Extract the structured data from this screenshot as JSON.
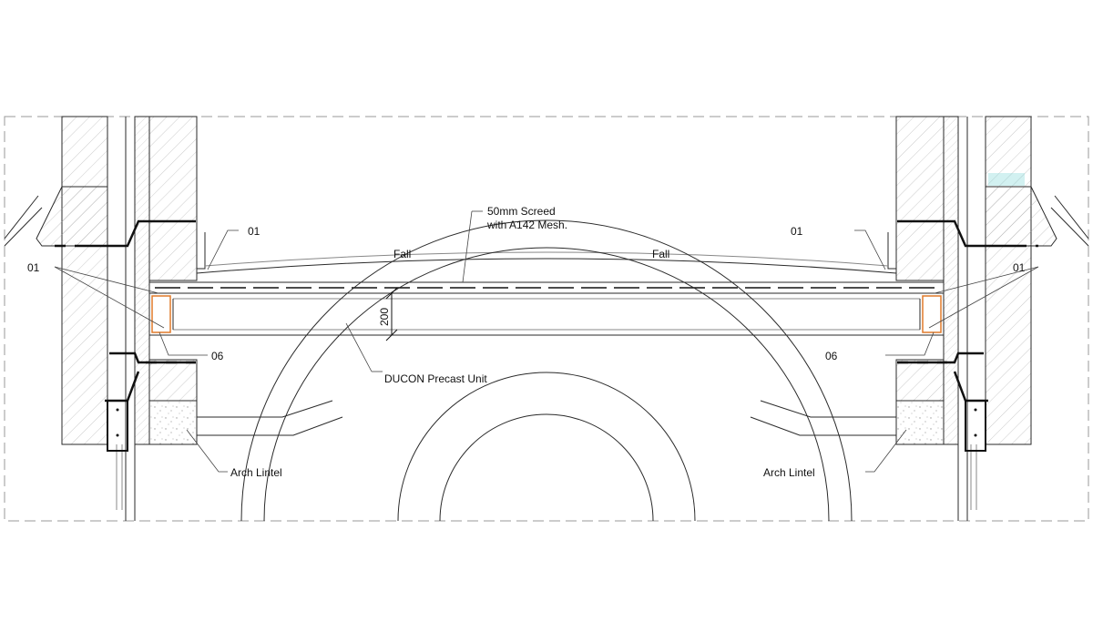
{
  "labels": {
    "screed_line1": "50mm Screed",
    "screed_line2": "with A142 Mesh.",
    "fall_left": "Fall",
    "fall_right": "Fall",
    "tag_01_upper_left": "01",
    "tag_01_lower_left": "01",
    "tag_01_upper_right": "01",
    "tag_01_lower_right": "01",
    "tag_06_left": "06",
    "tag_06_right": "06",
    "dimension_200": "200",
    "precast_unit": "DUCON Precast Unit",
    "arch_lintel_left": "Arch Lintel",
    "arch_lintel_right": "Arch Lintel"
  },
  "colors": {
    "line": "#2a2a2a",
    "hatch": "#9a9a9a",
    "border_dash": "#9a9a9a",
    "bracket": "#e07a2a",
    "water": "#7fd6d6"
  }
}
